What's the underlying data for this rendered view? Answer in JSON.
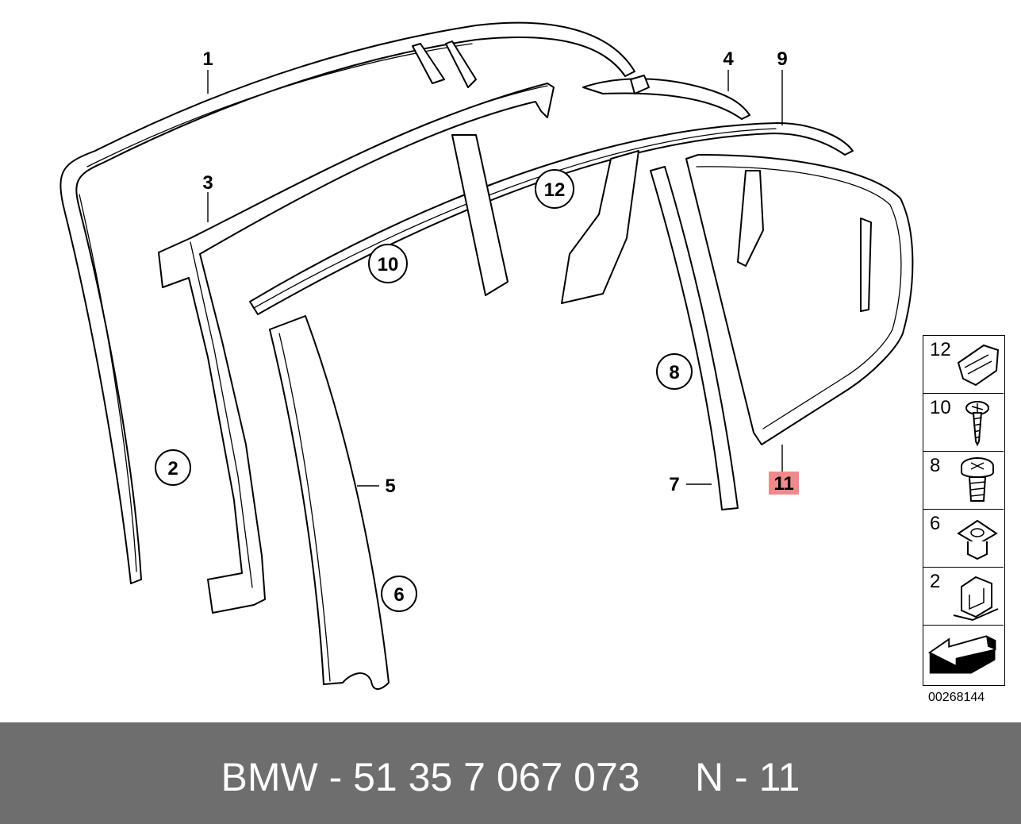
{
  "callouts": {
    "c1": "1",
    "c2": "2",
    "c3": "3",
    "c4": "4",
    "c5": "5",
    "c6": "6",
    "c7": "7",
    "c8": "8",
    "c9": "9",
    "c10": "10",
    "c11": "11",
    "c12": "12"
  },
  "highlight_color": "#f08a8a",
  "legend": [
    {
      "number": "12",
      "icon": "clip-icon"
    },
    {
      "number": "10",
      "icon": "screw-icon"
    },
    {
      "number": "8",
      "icon": "bolt-icon"
    },
    {
      "number": "6",
      "icon": "nut-icon"
    },
    {
      "number": "2",
      "icon": "bracket-clip-icon"
    },
    {
      "number": "",
      "icon": "direction-arrow-icon"
    }
  ],
  "diagram_id": "00268144",
  "footer": {
    "text": "BMW - 51 35 7 067 073     N - 11",
    "background": "#6e6e6e"
  }
}
